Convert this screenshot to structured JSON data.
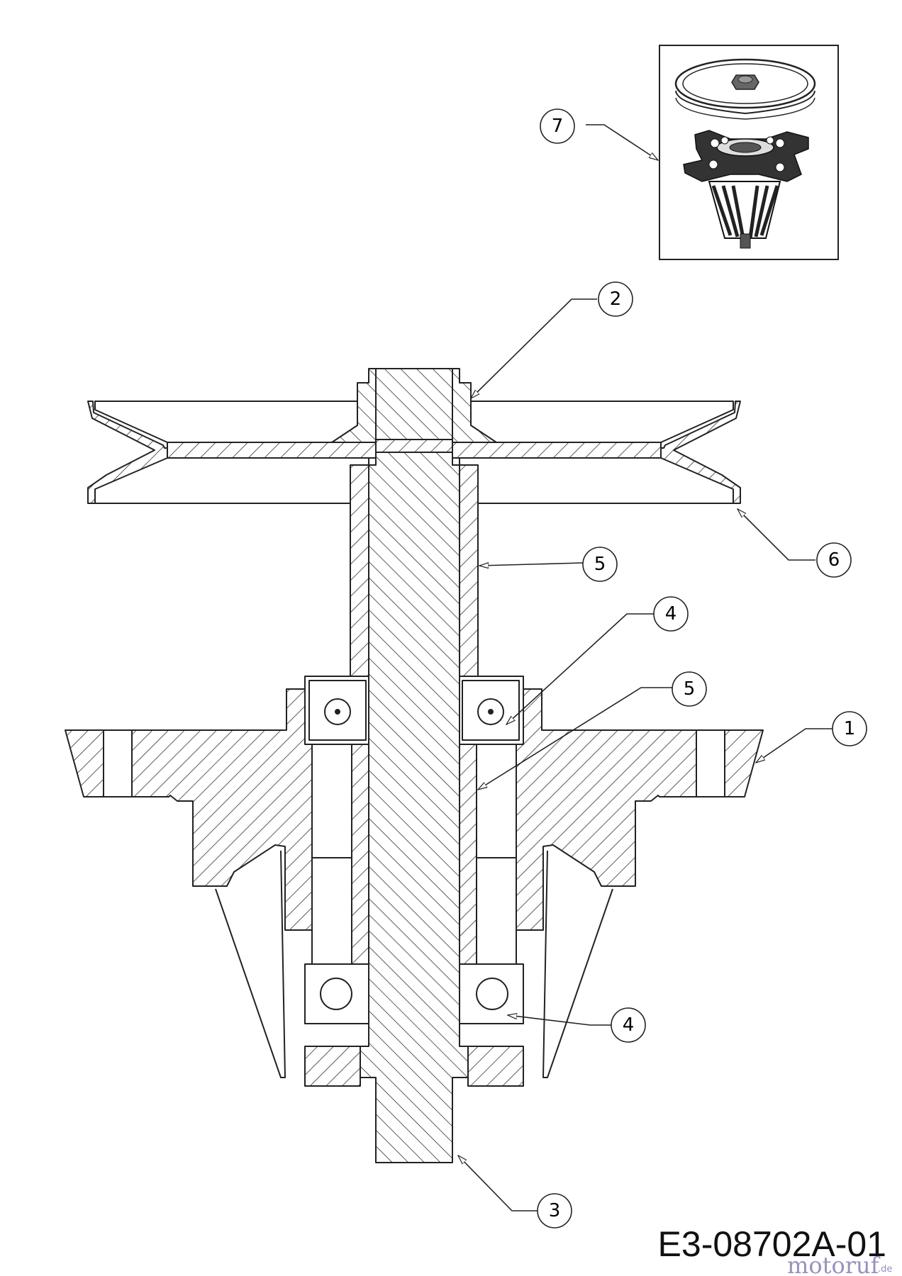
{
  "drawing_number": "E3-08702A-01",
  "watermark": {
    "text": "motoruf",
    "suffix": ".de"
  },
  "callouts": [
    {
      "id": "c1",
      "label": "1"
    },
    {
      "id": "c2",
      "label": "2"
    },
    {
      "id": "c3",
      "label": "3"
    },
    {
      "id": "c4a",
      "label": "4"
    },
    {
      "id": "c4b",
      "label": "4"
    },
    {
      "id": "c5a",
      "label": "5"
    },
    {
      "id": "c5b",
      "label": "5"
    },
    {
      "id": "c6",
      "label": "6"
    },
    {
      "id": "c7",
      "label": "7"
    }
  ],
  "colors": {
    "line": "#222222",
    "background": "#ffffff",
    "watermark": "#7a6aa8"
  }
}
